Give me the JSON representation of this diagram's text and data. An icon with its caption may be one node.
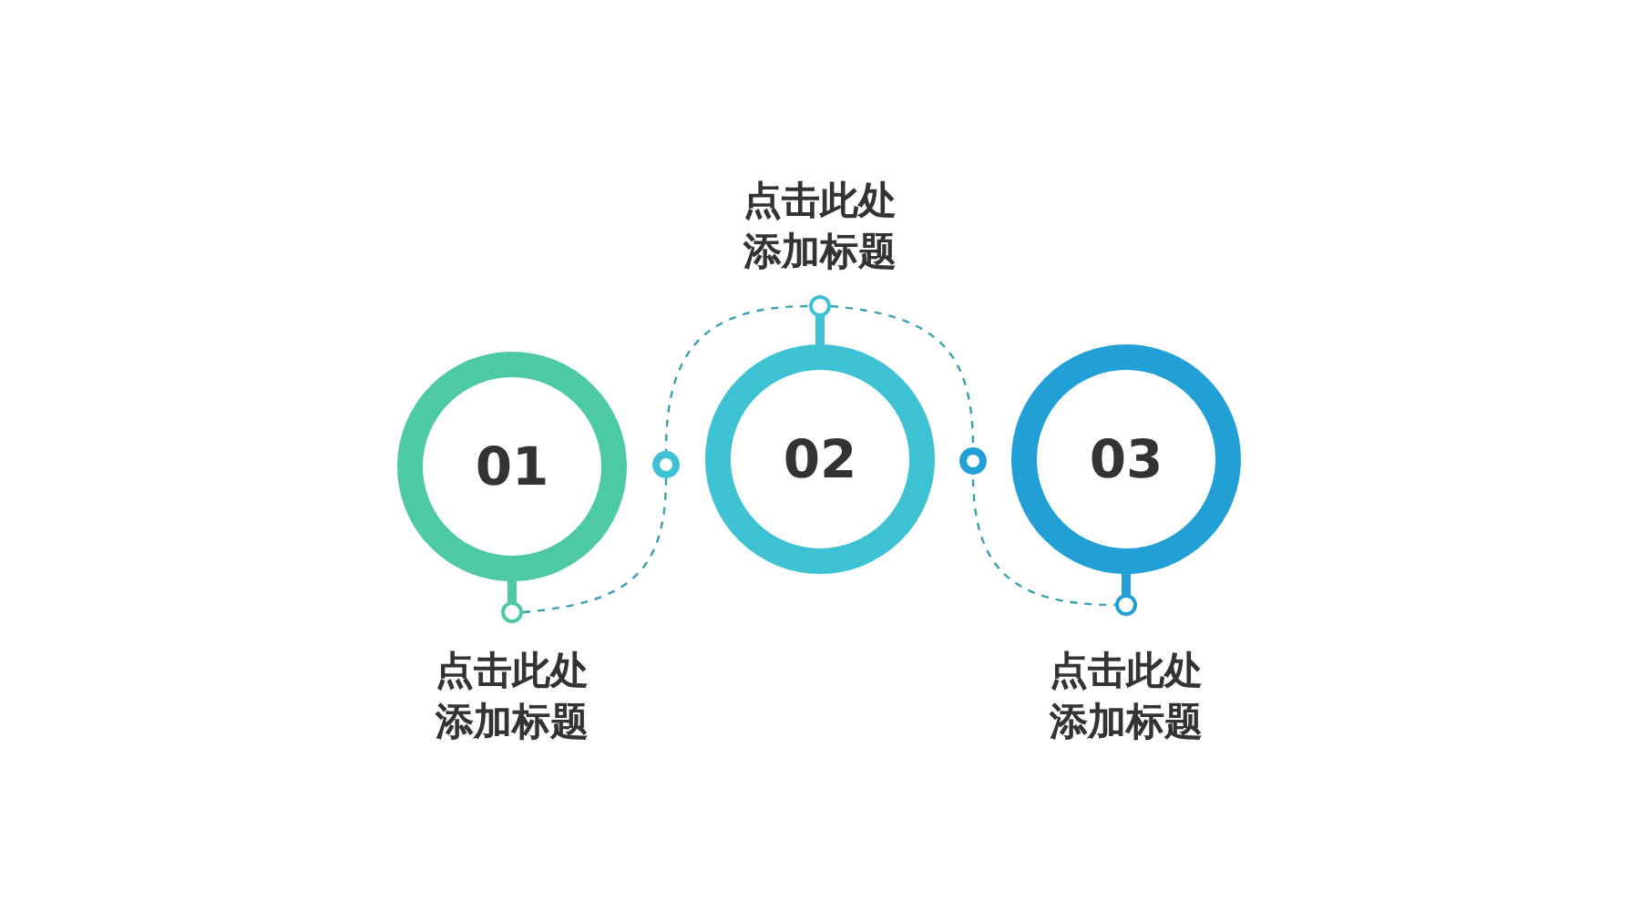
{
  "diagram": {
    "nodes": [
      {
        "text": [
          "01"
        ],
        "beside": [
          "点击此处添加标题"
        ]
      },
      {
        "text": [
          "02"
        ],
        "beside": [
          "点击此处添加标题"
        ]
      },
      {
        "text": [
          "03"
        ],
        "beside": [
          "点击此处添加标题"
        ]
      }
    ],
    "edges": [
      {
        "from": 0,
        "to": 1,
        "arrow": "none",
        "style": "dashed"
      },
      {
        "from": 1,
        "to": 2,
        "arrow": "none",
        "style": "dashed"
      }
    ]
  }
}
